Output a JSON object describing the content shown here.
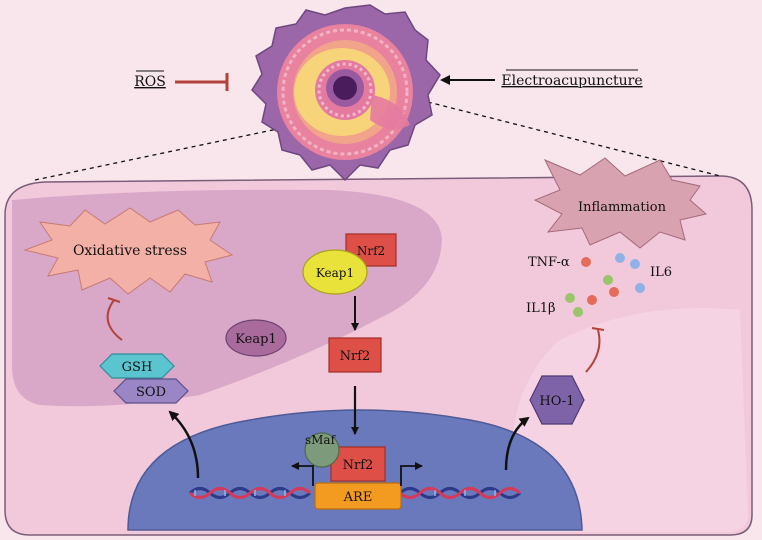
{
  "top": {
    "ros_label": "ROS",
    "electro_label": "Electroacupuncture"
  },
  "labels": {
    "oxidative_stress": "Oxidative stress",
    "inflammation": "Inflammation",
    "gsh": "GSH",
    "sod": "SOD",
    "keap1_free": "Keap1",
    "keap1_bound": "Keap1",
    "nrf2_bound": "Nrf2",
    "nrf2_mid": "Nrf2",
    "nrf2_nuc": "Nrf2",
    "smaf": "sMaf",
    "are": "ARE",
    "ho1": "HO-1",
    "tnf": "TNF-α",
    "il1b": "IL1β",
    "il6": "IL6"
  },
  "colors": {
    "background": "#f8e6ec",
    "cell_fill": "#f2c9da",
    "cytoplasm_left": "#d8a4c4",
    "nucleus": "#6a79bc",
    "nrf2_box": "#de5047",
    "keap1_yellow": "#e8e23a",
    "keap1_purple": "#a86b9c",
    "are_orange": "#f39a21",
    "gsh_teal": "#5ac4cf",
    "sod_purple": "#9a86c4",
    "ho1_purple": "#7f63a8",
    "burst": "#f3b0a7",
    "inflam_burst": "#d9a2b1",
    "inhibit_red": "#b3423c"
  }
}
